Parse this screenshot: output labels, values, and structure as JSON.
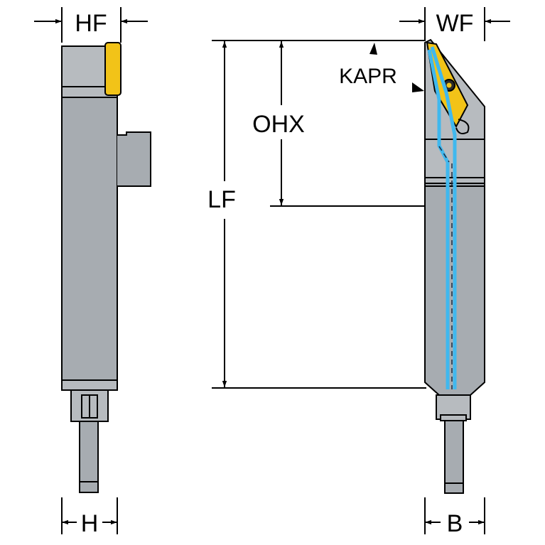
{
  "labels": {
    "hf": "HF",
    "wf": "WF",
    "kapr": "KAPR",
    "ohx": "OHX",
    "lf": "LF",
    "h": "H",
    "b": "B"
  },
  "colors": {
    "holder_body": "#a7acb1",
    "insert": "#f2c318",
    "coolant_channel": "#40b8ee",
    "dimension_lines": "#000000"
  }
}
